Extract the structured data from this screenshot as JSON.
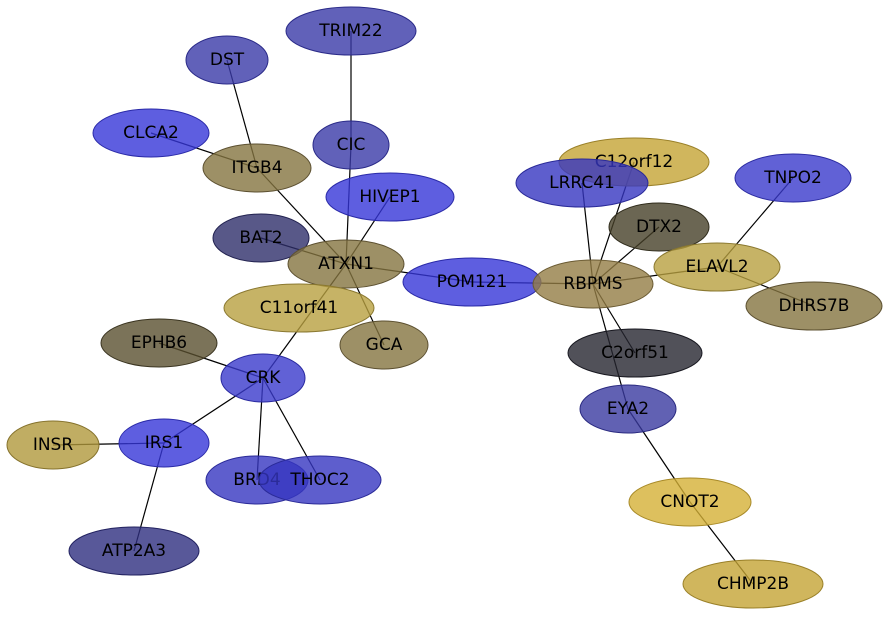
{
  "nodes": {
    "TRIM22": {
      "label": "TRIM22",
      "color": "#3a3aa8",
      "stroke": "#2a2a88"
    },
    "DST": {
      "label": "DST",
      "color": "#3a3aa8",
      "stroke": "#2a2a88"
    },
    "CLCA2": {
      "label": "CLCA2",
      "color": "#3636d8",
      "stroke": "#2a2aa8"
    },
    "ITGB4": {
      "label": "ITGB4",
      "color": "#857440",
      "stroke": "#5c5030"
    },
    "CIC": {
      "label": "CIC",
      "color": "#3a3aa8",
      "stroke": "#2a2a88"
    },
    "HIVEP1": {
      "label": "HIVEP1",
      "color": "#3636d8",
      "stroke": "#2a2aa8"
    },
    "BAT2": {
      "label": "BAT2",
      "color": "#2e2e6a",
      "stroke": "#222250"
    },
    "ATXN1": {
      "label": "ATXN1",
      "color": "#857440",
      "stroke": "#5c5030"
    },
    "C11orf41": {
      "label": "C11orf41",
      "color": "#b8a040",
      "stroke": "#8a7830"
    },
    "GCA": {
      "label": "GCA",
      "color": "#857440",
      "stroke": "#5c5030"
    },
    "POM121": {
      "label": "POM121",
      "color": "#3636d8",
      "stroke": "#2a2aa8"
    },
    "EPHB6": {
      "label": "EPHB6",
      "color": "#5a5030",
      "stroke": "#3a3420"
    },
    "CRK": {
      "label": "CRK",
      "color": "#3a3acc",
      "stroke": "#2a2aa0"
    },
    "INSR": {
      "label": "INSR",
      "color": "#b0983c",
      "stroke": "#85722c"
    },
    "IRS1": {
      "label": "IRS1",
      "color": "#3636d8",
      "stroke": "#2a2aa8"
    },
    "BRD4": {
      "label": "BRD4",
      "color": "#3636c0",
      "stroke": "#2a2a98"
    },
    "THOC2": {
      "label": "THOC2",
      "color": "#3636c0",
      "stroke": "#2a2a98"
    },
    "ATP2A3": {
      "label": "ATP2A3",
      "color": "#2e2e80",
      "stroke": "#222260"
    },
    "C12orf12": {
      "label": "C12orf12",
      "color": "#c4a434",
      "stroke": "#9a8028"
    },
    "LRRC41": {
      "label": "LRRC41",
      "color": "#3636c0",
      "stroke": "#2a2a98"
    },
    "TNPO2": {
      "label": "TNPO2",
      "color": "#3a3acc",
      "stroke": "#2a2aa0"
    },
    "DTX2": {
      "label": "DTX2",
      "color": "#464028",
      "stroke": "#302c1c"
    },
    "RBPMS": {
      "label": "RBPMS",
      "color": "#937d45",
      "stroke": "#6a5a32"
    },
    "ELAVL2": {
      "label": "ELAVL2",
      "color": "#b8a040",
      "stroke": "#8a7830"
    },
    "DHRS7B": {
      "label": "DHRS7B",
      "color": "#857440",
      "stroke": "#5c5030"
    },
    "C2orf51": {
      "label": "C2orf51",
      "color": "#262630",
      "stroke": "#181820"
    },
    "EYA2": {
      "label": "EYA2",
      "color": "#3a3aa0",
      "stroke": "#2a2a80"
    },
    "CNOT2": {
      "label": "CNOT2",
      "color": "#d4b036",
      "stroke": "#a88a28"
    },
    "CHMP2B": {
      "label": "CHMP2B",
      "color": "#c4a434",
      "stroke": "#9a8028"
    }
  },
  "edges": [
    [
      "TRIM22",
      "CIC"
    ],
    [
      "DST",
      "ITGB4"
    ],
    [
      "CLCA2",
      "ITGB4"
    ],
    [
      "ITGB4",
      "ATXN1"
    ],
    [
      "CIC",
      "ATXN1"
    ],
    [
      "HIVEP1",
      "ATXN1"
    ],
    [
      "BAT2",
      "ATXN1"
    ],
    [
      "ATXN1",
      "POM121"
    ],
    [
      "ATXN1",
      "GCA"
    ],
    [
      "ATXN1",
      "CRK"
    ],
    [
      "EPHB6",
      "CRK"
    ],
    [
      "CRK",
      "IRS1"
    ],
    [
      "CRK",
      "BRD4"
    ],
    [
      "CRK",
      "THOC2"
    ],
    [
      "INSR",
      "IRS1"
    ],
    [
      "IRS1",
      "ATP2A3"
    ],
    [
      "POM121",
      "RBPMS"
    ],
    [
      "LRRC41",
      "RBPMS"
    ],
    [
      "C12orf12",
      "RBPMS"
    ],
    [
      "DTX2",
      "RBPMS"
    ],
    [
      "RBPMS",
      "ELAVL2"
    ],
    [
      "TNPO2",
      "ELAVL2"
    ],
    [
      "ELAVL2",
      "DHRS7B"
    ],
    [
      "RBPMS",
      "C2orf51"
    ],
    [
      "RBPMS",
      "EYA2"
    ],
    [
      "EYA2",
      "CNOT2"
    ],
    [
      "CNOT2",
      "CHMP2B"
    ]
  ]
}
